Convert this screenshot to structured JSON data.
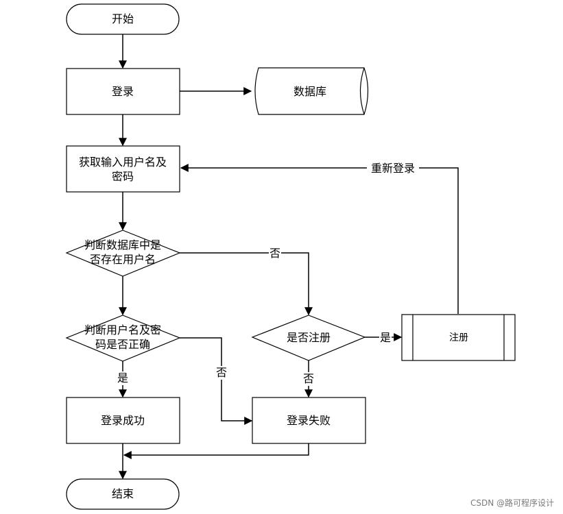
{
  "nodes": {
    "start": "开始",
    "login": "登录",
    "database": "数据库",
    "get_input_l1": "获取输入用户名及",
    "get_input_l2": "密码",
    "check_user_l1": "判断数据库中是",
    "check_user_l2": "否存在用户名",
    "check_pw_l1": "判断用户名及密",
    "check_pw_l2": "码是否正确",
    "is_register": "是否注册",
    "register": "注册",
    "login_success": "登录成功",
    "login_fail": "登录失败",
    "end": "结束"
  },
  "edges": {
    "relogin": "重新登录",
    "no_user": "否",
    "pw_no": "否",
    "pw_yes": "是",
    "reg_yes": "是",
    "reg_no": "否"
  },
  "watermark": "CSDN @路可程序设计"
}
